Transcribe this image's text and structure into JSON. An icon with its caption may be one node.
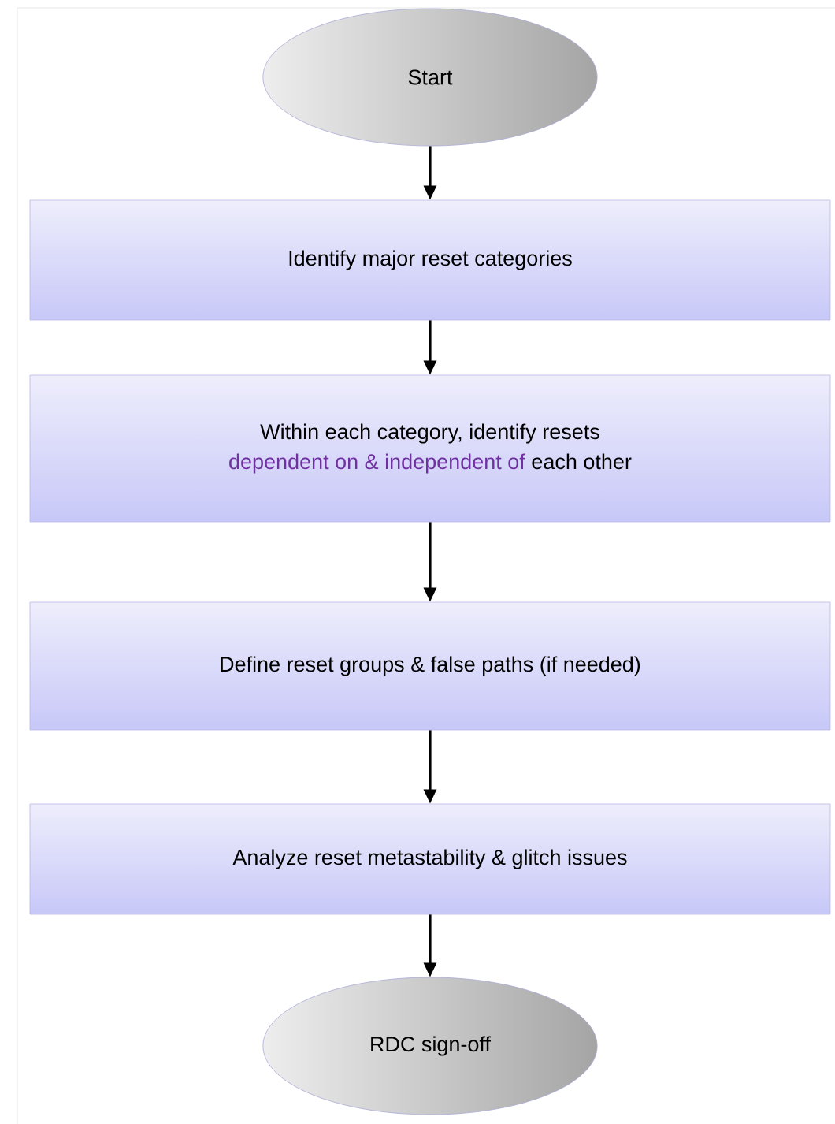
{
  "diagram": {
    "nodes": [
      {
        "text": [
          "Start"
        ]
      },
      {
        "text": [
          "Identify major reset categories"
        ]
      },
      {
        "text": [
          "Within each category, identify resets",
          "dependent on & independent of",
          "each other"
        ]
      },
      {
        "text": [
          "Define reset groups & false paths (if needed)"
        ]
      },
      {
        "text": [
          "Analyze reset metastability & glitch issues"
        ]
      },
      {
        "text": [
          "RDC sign-off"
        ]
      }
    ],
    "edges": [
      {
        "from": 0,
        "to": 1,
        "arrow": "to"
      },
      {
        "from": 1,
        "to": 2,
        "arrow": "to"
      },
      {
        "from": 2,
        "to": 3,
        "arrow": "to"
      },
      {
        "from": 3,
        "to": 4,
        "arrow": "to"
      },
      {
        "from": 4,
        "to": 5,
        "arrow": "to"
      }
    ]
  }
}
